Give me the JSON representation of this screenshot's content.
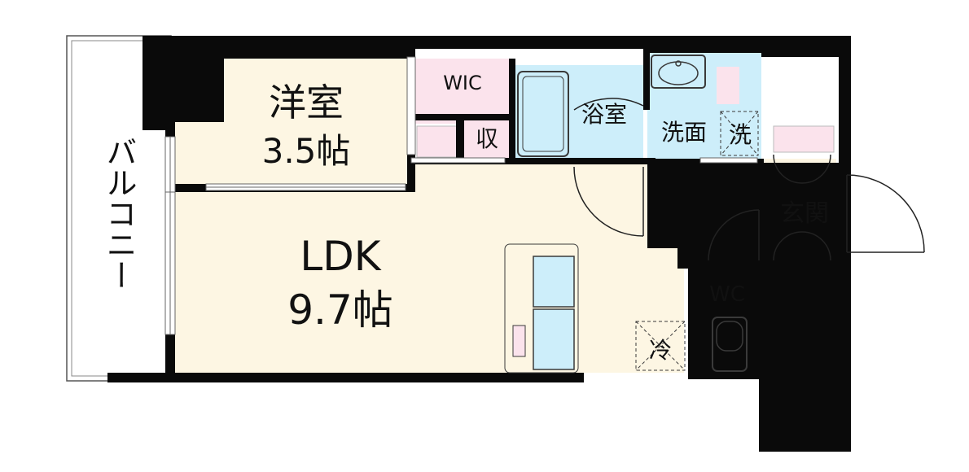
{
  "rooms": {
    "western_room": {
      "name": "洋室",
      "size": "3.5帖"
    },
    "ldk": {
      "name": "LDK",
      "size": "9.7帖"
    },
    "wic": "WIC",
    "storage": "収",
    "bathroom": "浴室",
    "washroom": "洗面",
    "washer": "洗",
    "entrance": "玄関",
    "wc": "WC",
    "fridge": "冷",
    "balcony": "バルコニー"
  },
  "colors": {
    "wall": "#0a0a0a",
    "floor": "#fdf6e3",
    "wet_area": "#cdeefa",
    "storage": "#fbe3ec",
    "fixture_stroke": "#3a3a3a"
  }
}
